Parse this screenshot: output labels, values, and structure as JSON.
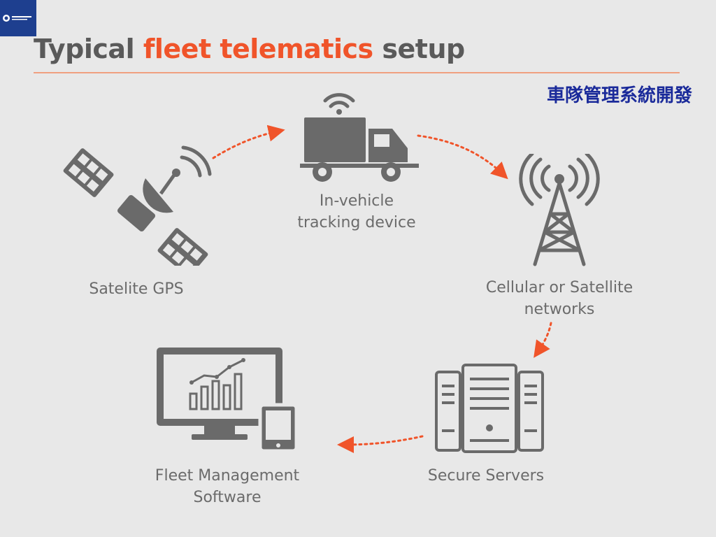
{
  "header": {
    "title_part1": "Typical ",
    "title_accent": "fleet telematics",
    "title_part2": " setup",
    "chinese_text": "車隊管理系統開發"
  },
  "nodes": {
    "gps": {
      "line1": "Satelite GPS"
    },
    "vehicle": {
      "line1": "In-vehicle",
      "line2": "tracking device"
    },
    "network": {
      "line1": "Cellular or Satellite",
      "line2": "networks"
    },
    "servers": {
      "line1": "Secure Servers"
    },
    "software": {
      "line1": "Fleet Management",
      "line2": "Software"
    }
  },
  "colors": {
    "accent": "#f0542a",
    "icon": "#6a6a6a",
    "text": "#6b6b6b",
    "background": "#e8e8e8",
    "chinese": "#1a2a9a",
    "logo": "#1e3f8f"
  }
}
